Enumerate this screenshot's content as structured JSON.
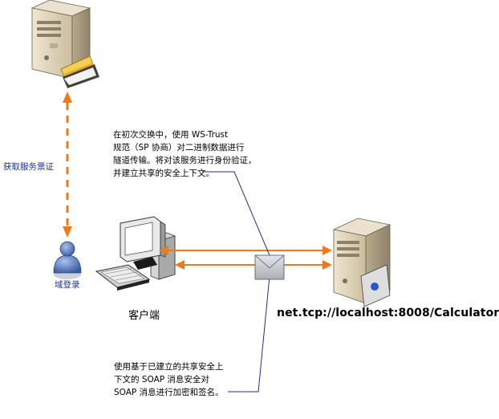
{
  "labels": {
    "ticket": "获取服务票证",
    "domain_login": "域登录",
    "client": "客户端",
    "endpoint": "net.tcp://localhost:8008/Calculator"
  },
  "notes": {
    "top": [
      "在初次交换中，使用 WS-Trust",
      "规范（SP 协商）对二进制数据进行",
      "隧道传输。将对该服务进行身份验证，",
      "并建立共享的安全上下文。"
    ],
    "bottom": [
      "使用基于已建立的共享安全上",
      "下文的 SOAP 消息安全对",
      "SOAP 消息进行加密和签名。"
    ]
  },
  "colors": {
    "arrow": "#f07a1a",
    "callout_line": "#2a2a8c",
    "server_beige": "#d9ccb0",
    "user_blue": "#4f6fb8"
  },
  "icons": {
    "ticket_server": "server-with-ticket-icon",
    "user": "domain-user-icon",
    "client": "client-computer-icon",
    "service": "service-server-icon",
    "message": "envelope-icon"
  }
}
